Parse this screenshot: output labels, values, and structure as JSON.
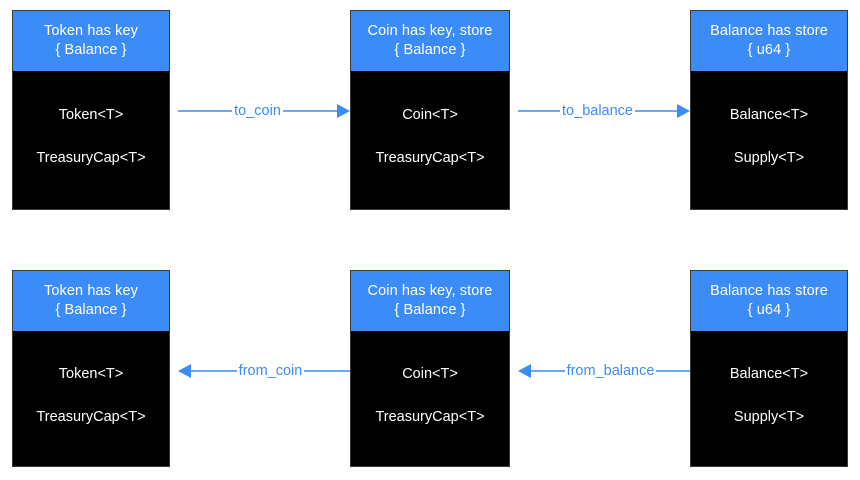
{
  "diagram": {
    "background_color": "#ffffff",
    "accent_color": "#3b8cf7",
    "node_body_color": "#000000",
    "node_text_color": "#ffffff",
    "nodes": [
      {
        "id": "token-top",
        "header_line1": "Token has key",
        "header_line2": "{ Balance }",
        "field1": "Token<T>",
        "field2": "TreasuryCap<T>"
      },
      {
        "id": "coin-top",
        "header_line1": "Coin has key, store",
        "header_line2": "{ Balance }",
        "field1": "Coin<T>",
        "field2": "TreasuryCap<T>"
      },
      {
        "id": "balance-top",
        "header_line1": "Balance has store",
        "header_line2": "{ u64 }",
        "field1": "Balance<T>",
        "field2": "Supply<T>"
      },
      {
        "id": "token-bottom",
        "header_line1": "Token has key",
        "header_line2": "{ Balance }",
        "field1": "Token<T>",
        "field2": "TreasuryCap<T>"
      },
      {
        "id": "coin-bottom",
        "header_line1": "Coin has key, store",
        "header_line2": "{ Balance }",
        "field1": "Coin<T>",
        "field2": "TreasuryCap<T>"
      },
      {
        "id": "balance-bottom",
        "header_line1": "Balance has store",
        "header_line2": "{ u64 }",
        "field1": "Balance<T>",
        "field2": "Supply<T>"
      }
    ],
    "edges": [
      {
        "id": "to-coin",
        "label": "to_coin",
        "direction": "right",
        "from": "token-top",
        "to": "coin-top"
      },
      {
        "id": "to-balance",
        "label": "to_balance",
        "direction": "right",
        "from": "coin-top",
        "to": "balance-top"
      },
      {
        "id": "from-coin",
        "label": "from_coin",
        "direction": "left",
        "from": "coin-bottom",
        "to": "token-bottom"
      },
      {
        "id": "from-balance",
        "label": "from_balance",
        "direction": "left",
        "from": "balance-bottom",
        "to": "coin-bottom"
      }
    ]
  }
}
